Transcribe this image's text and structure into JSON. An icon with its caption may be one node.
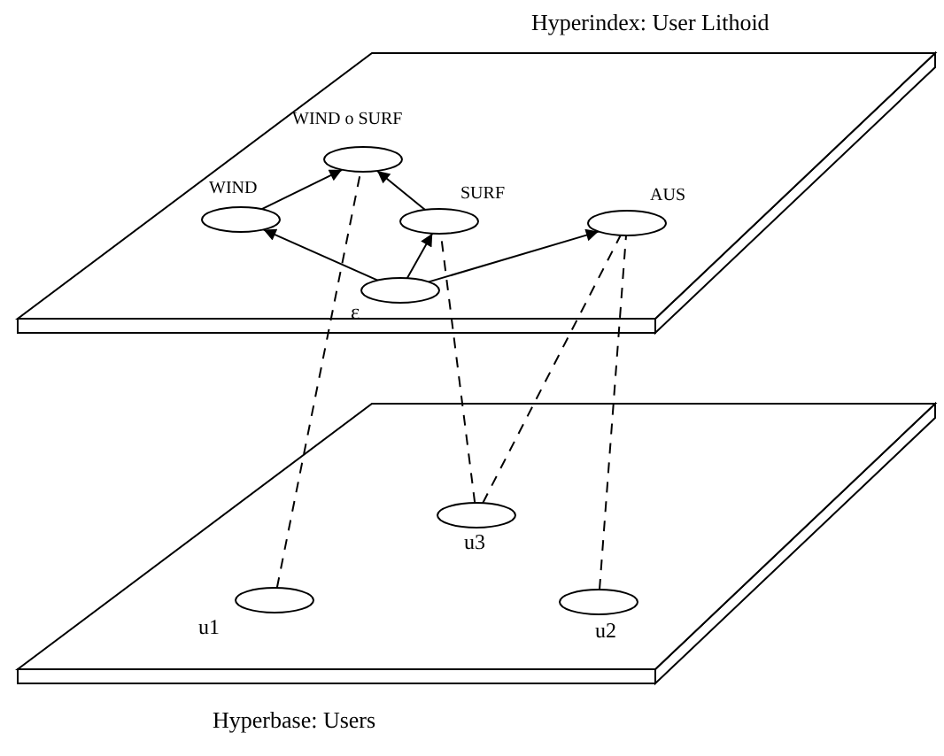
{
  "diagram": {
    "nodes": [
      {
        "text": [
          "Hyperindex: User Lithoid"
        ]
      },
      {
        "text": [
          "WIND o SURF"
        ],
        "in": 0
      },
      {
        "text": [
          "WIND"
        ],
        "in": 0
      },
      {
        "text": [
          "SURF"
        ],
        "in": 0
      },
      {
        "text": [
          "AUS"
        ],
        "in": 0
      },
      {
        "text": [
          "ε"
        ],
        "in": 0
      },
      {
        "text": [
          "Hyperbase: Users"
        ]
      },
      {
        "text": [
          "u3"
        ],
        "in": 6
      },
      {
        "text": [
          "u1"
        ],
        "in": 6
      },
      {
        "text": [
          "u2"
        ],
        "in": 6
      }
    ],
    "edges": [
      {
        "from": 5,
        "to": 2,
        "arrow": "to"
      },
      {
        "from": 5,
        "to": 3,
        "arrow": "to"
      },
      {
        "from": 5,
        "to": 4,
        "arrow": "to"
      },
      {
        "from": 2,
        "to": 1,
        "arrow": "to"
      },
      {
        "from": 3,
        "to": 1,
        "arrow": "to"
      },
      {
        "from": 8,
        "to": 1,
        "arrow": "none",
        "style": "dashed"
      },
      {
        "from": 7,
        "to": 3,
        "arrow": "none",
        "style": "dashed"
      },
      {
        "from": 7,
        "to": 4,
        "arrow": "none",
        "style": "dashed"
      },
      {
        "from": 9,
        "to": 4,
        "arrow": "none",
        "style": "dashed"
      }
    ]
  }
}
